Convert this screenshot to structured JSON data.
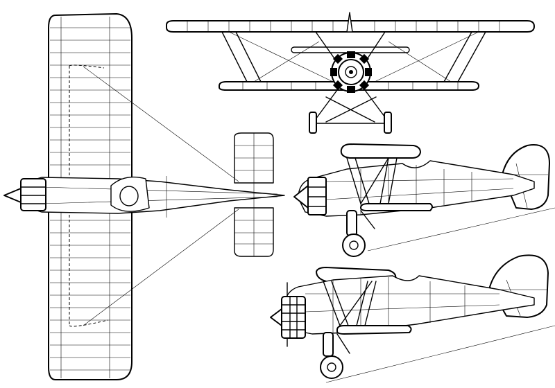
{
  "drawing": {
    "kind": "three-view line drawing of a radial-engine biplane",
    "views": [
      "plan-view",
      "front-view",
      "side-view",
      "three-quarter-view"
    ],
    "colors": {
      "line": "#000000",
      "paper": "#ffffff"
    }
  }
}
